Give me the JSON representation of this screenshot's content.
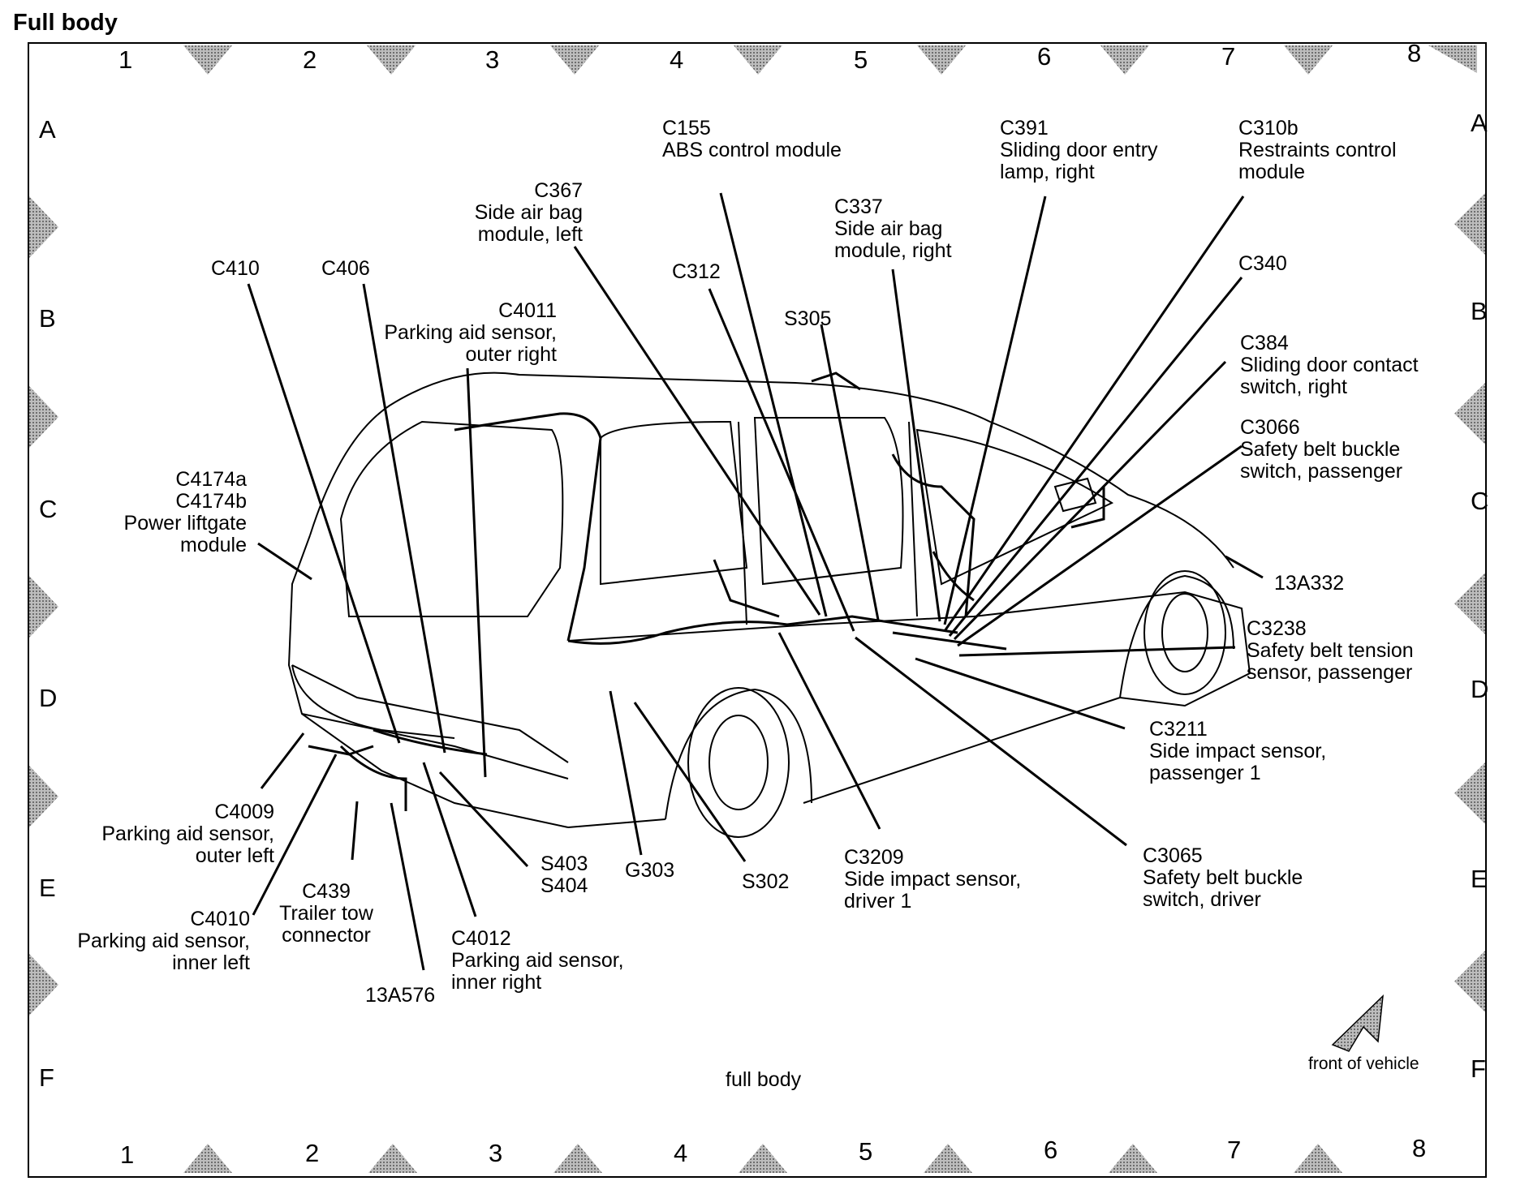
{
  "page_title": "Full body",
  "caption": "full body",
  "orientation_label": "front of vehicle",
  "columns": [
    "1",
    "2",
    "3",
    "4",
    "5",
    "6",
    "7",
    "8"
  ],
  "rows": [
    "A",
    "B",
    "C",
    "D",
    "E",
    "F"
  ],
  "labels": {
    "C155": {
      "id": "C155",
      "desc": "ABS control module"
    },
    "C391": {
      "id": "C391",
      "desc": "Sliding door entry\nlamp, right"
    },
    "C310b": {
      "id": "C310b",
      "desc": "Restraints control\nmodule"
    },
    "C367": {
      "id": "C367",
      "desc": "Side air bag\nmodule, left"
    },
    "C337": {
      "id": "C337",
      "desc": "Side air bag\nmodule, right"
    },
    "C410": {
      "id": "C410",
      "desc": ""
    },
    "C406": {
      "id": "C406",
      "desc": ""
    },
    "C312": {
      "id": "C312",
      "desc": ""
    },
    "C340": {
      "id": "C340",
      "desc": ""
    },
    "C4011": {
      "id": "C4011",
      "desc": "Parking aid sensor,\nouter right"
    },
    "S305": {
      "id": "S305",
      "desc": ""
    },
    "C384": {
      "id": "C384",
      "desc": "Sliding door contact\nswitch, right"
    },
    "C3066": {
      "id": "C3066",
      "desc": "Safety belt buckle\nswitch, passenger"
    },
    "C4174": {
      "id": "C4174a\nC4174b",
      "desc": "Power liftgate\nmodule"
    },
    "13A332": {
      "id": "13A332",
      "desc": ""
    },
    "C3238": {
      "id": "C3238",
      "desc": "Safety belt tension\nsensor, passenger"
    },
    "C3211": {
      "id": "C3211",
      "desc": "Side impact sensor,\npassenger 1"
    },
    "C4009": {
      "id": "C4009",
      "desc": "Parking aid sensor,\nouter left"
    },
    "S403": {
      "id": "S403\nS404",
      "desc": ""
    },
    "G303": {
      "id": "G303",
      "desc": ""
    },
    "S302": {
      "id": "S302",
      "desc": ""
    },
    "C3209": {
      "id": "C3209",
      "desc": "Side impact sensor,\ndriver 1"
    },
    "C3065": {
      "id": "C3065",
      "desc": "Safety belt buckle\nswitch, driver"
    },
    "C439": {
      "id": "C439",
      "desc": "Trailer tow\nconnector"
    },
    "C4010": {
      "id": "C4010",
      "desc": "Parking aid sensor,\ninner left"
    },
    "C4012": {
      "id": "C4012",
      "desc": "Parking aid sensor,\ninner right"
    },
    "13A576": {
      "id": "13A576",
      "desc": ""
    }
  }
}
